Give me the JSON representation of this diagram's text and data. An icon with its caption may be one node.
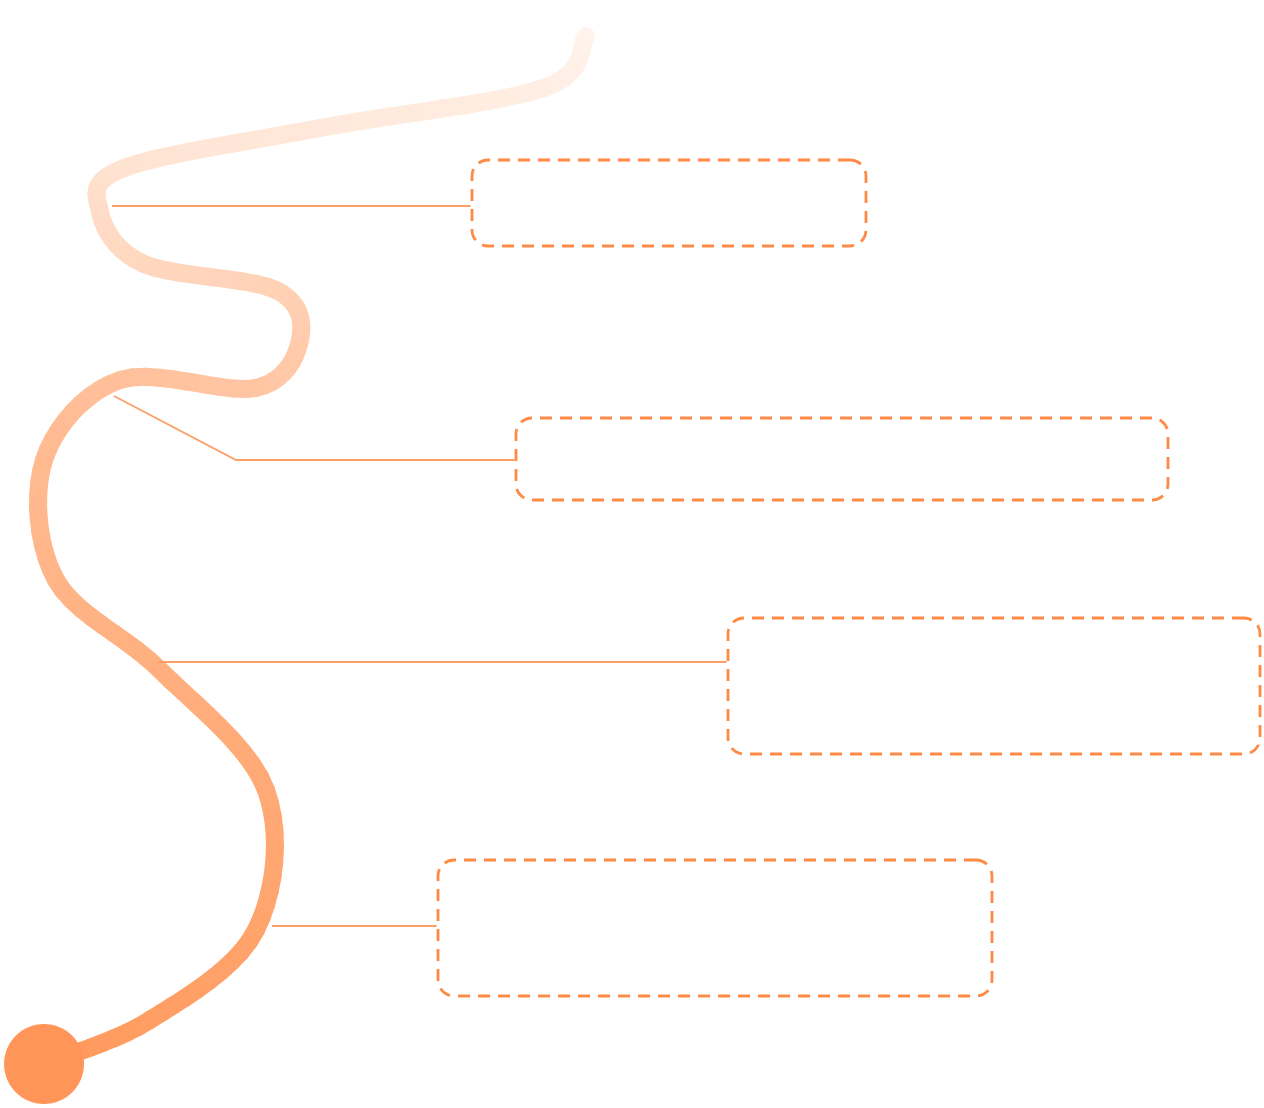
{
  "diagram": {
    "nodes": [
      {
        "text": [],
        "shape": "box"
      },
      {
        "text": [],
        "shape": "box"
      },
      {
        "text": [],
        "shape": "box"
      },
      {
        "text": [],
        "shape": "box"
      }
    ],
    "edges": [
      {
        "from": 0,
        "to": null,
        "arrow": "none"
      },
      {
        "from": 1,
        "to": null,
        "arrow": "none"
      },
      {
        "from": 2,
        "to": null,
        "arrow": "none"
      },
      {
        "from": 3,
        "to": null,
        "arrow": "none"
      }
    ]
  }
}
